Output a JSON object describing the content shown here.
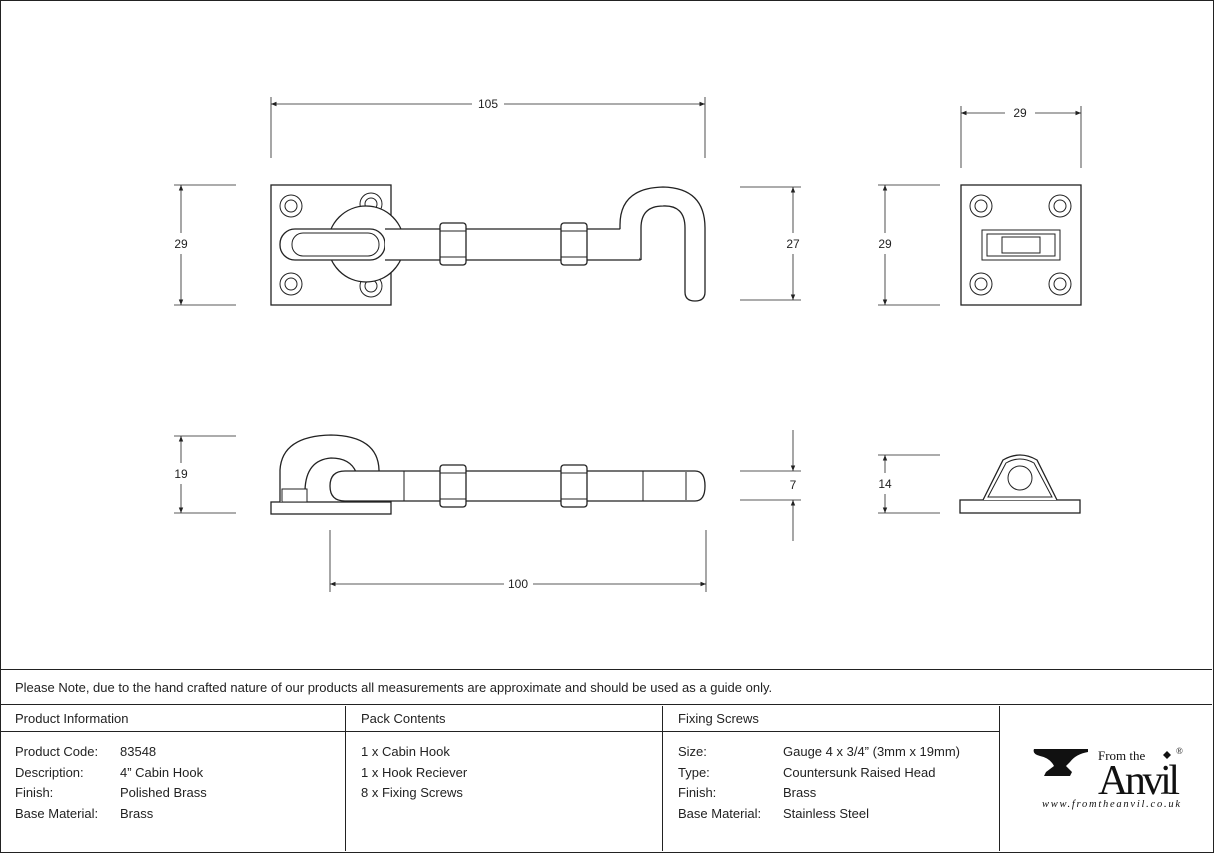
{
  "dimensions": {
    "top_width": "105",
    "receiver_width": "29",
    "plate_height_left": "29",
    "hook_height": "27",
    "receiver_height": "29",
    "side_height_left": "19",
    "bar_thickness": "7",
    "receiver_side_height": "14",
    "bottom_length": "100"
  },
  "note": "Please Note, due to the hand crafted nature of our products all measurements are approximate and should be used as a guide only.",
  "product_information": {
    "header": "Product Information",
    "rows": [
      {
        "label": "Product Code:",
        "value": "83548"
      },
      {
        "label": "Description:",
        "value": "4” Cabin Hook"
      },
      {
        "label": "Finish:",
        "value": "Polished Brass"
      },
      {
        "label": "Base Material:",
        "value": "Brass"
      }
    ]
  },
  "pack_contents": {
    "header": "Pack Contents",
    "items": [
      "1 x Cabin Hook",
      "1 x Hook Reciever",
      "8 x Fixing Screws"
    ]
  },
  "fixing_screws": {
    "header": "Fixing Screws",
    "rows": [
      {
        "label": "Size:",
        "value": "Gauge 4 x 3/4” (3mm x 19mm)"
      },
      {
        "label": "Type:",
        "value": "Countersunk Raised Head"
      },
      {
        "label": "Finish:",
        "value": "Brass"
      },
      {
        "label": "Base Material:",
        "value": "Stainless Steel"
      }
    ]
  },
  "logo": {
    "from_the": "From the",
    "brand": "Anvil",
    "registered": "®",
    "url": "www.fromtheanvil.co.uk"
  }
}
